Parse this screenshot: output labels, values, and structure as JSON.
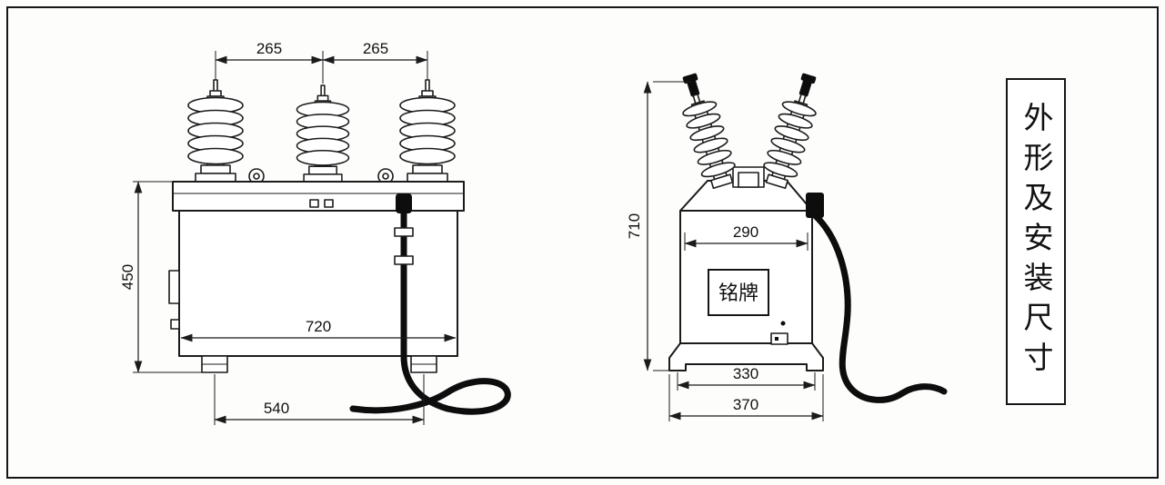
{
  "page": {
    "background": "#fdfdfc",
    "line_color": "#1b1b1b"
  },
  "title_panel": {
    "text": "外形及安装尺寸"
  },
  "front_view": {
    "dims": {
      "pitch_left": "265",
      "pitch_right": "265",
      "height": "450",
      "body_width": "720",
      "foot_span": "540"
    }
  },
  "side_view": {
    "nameplate": "铭牌",
    "dims": {
      "height": "710",
      "width": "290",
      "base_inner": "330",
      "base_outer": "370"
    }
  }
}
